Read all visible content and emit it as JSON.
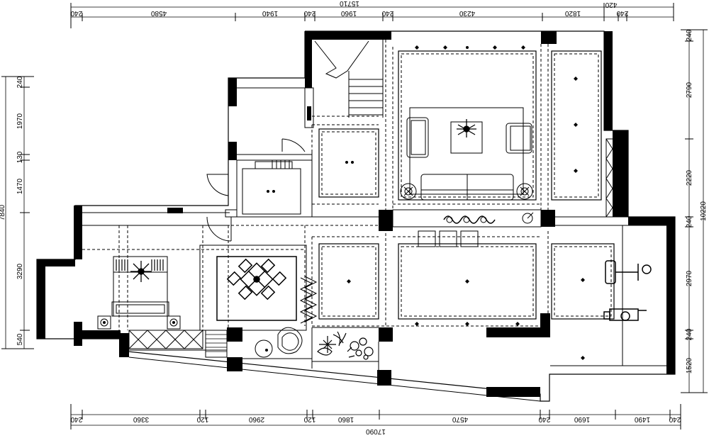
{
  "dimensions": {
    "top_total": "15710",
    "top_segments": [
      "240",
      "4580",
      "1940",
      "240",
      "1960",
      "240",
      "4230",
      "1820",
      "420",
      "240"
    ],
    "bottom_total": "17090",
    "bottom_segments": [
      "240",
      "3360",
      "120",
      "2960",
      "120",
      "1860",
      "4570",
      "240",
      "1690",
      "1490",
      "240"
    ],
    "left_total": "7840",
    "left_segments": [
      "240",
      "1970",
      "130",
      "1470",
      "3290",
      "540"
    ],
    "right_total": "10220",
    "right_segments": [
      "240",
      "2790",
      "2220",
      "240",
      "2970",
      "240",
      "1520"
    ]
  }
}
